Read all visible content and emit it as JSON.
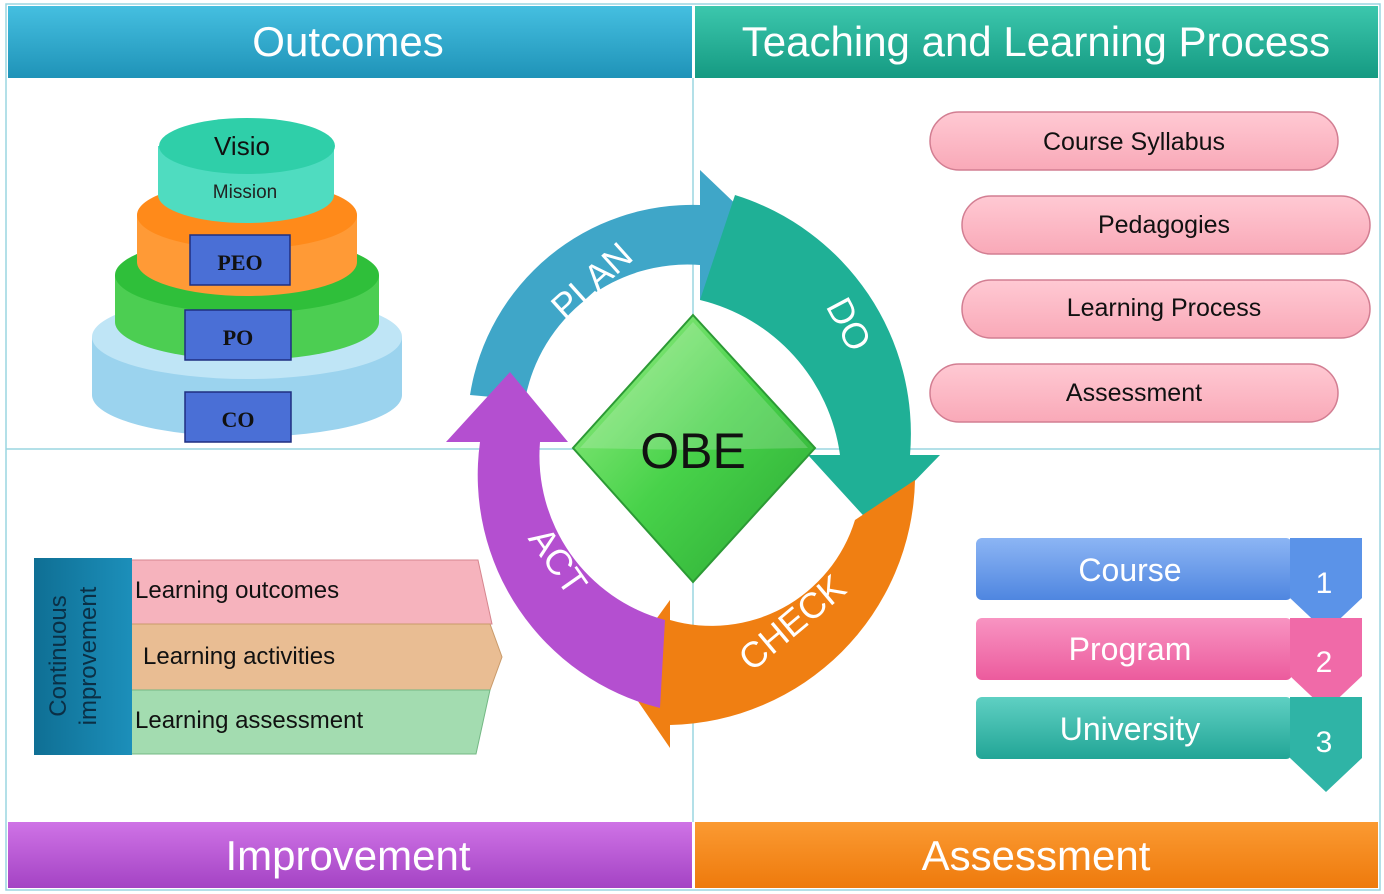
{
  "panels": {
    "outcomes": {
      "title": "Outcomes",
      "color": "#2aa7c9"
    },
    "teaching": {
      "title": "Teaching and Learning Process",
      "color": "#1fb096"
    },
    "improvement": {
      "title": "Improvement",
      "color": "#b44fd0"
    },
    "assessment": {
      "title": "Assessment",
      "color": "#f07f12"
    }
  },
  "pyramid": {
    "top_line1": "Visio",
    "top_line2": "Mission",
    "peo": "PEO",
    "po": "PO",
    "co": "CO"
  },
  "cycle": {
    "center": "OBE",
    "plan": "PLAN",
    "do": "DO",
    "check": "CHECK",
    "act": "ACT"
  },
  "process_items": [
    "Course Syllabus",
    "Pedagogies",
    "Learning Process",
    "Assessment"
  ],
  "improvement_box": {
    "side_line1": "Continuous",
    "side_line2": "improvement",
    "items": [
      "Learning outcomes",
      "Learning activities",
      "Learning assessment"
    ]
  },
  "assessment_levels": [
    {
      "label": "Course",
      "number": "1",
      "color": "#5b93e8"
    },
    {
      "label": "Program",
      "number": "2",
      "color": "#f06aa8"
    },
    {
      "label": "University",
      "number": "3",
      "color": "#2fb4a6"
    }
  ]
}
